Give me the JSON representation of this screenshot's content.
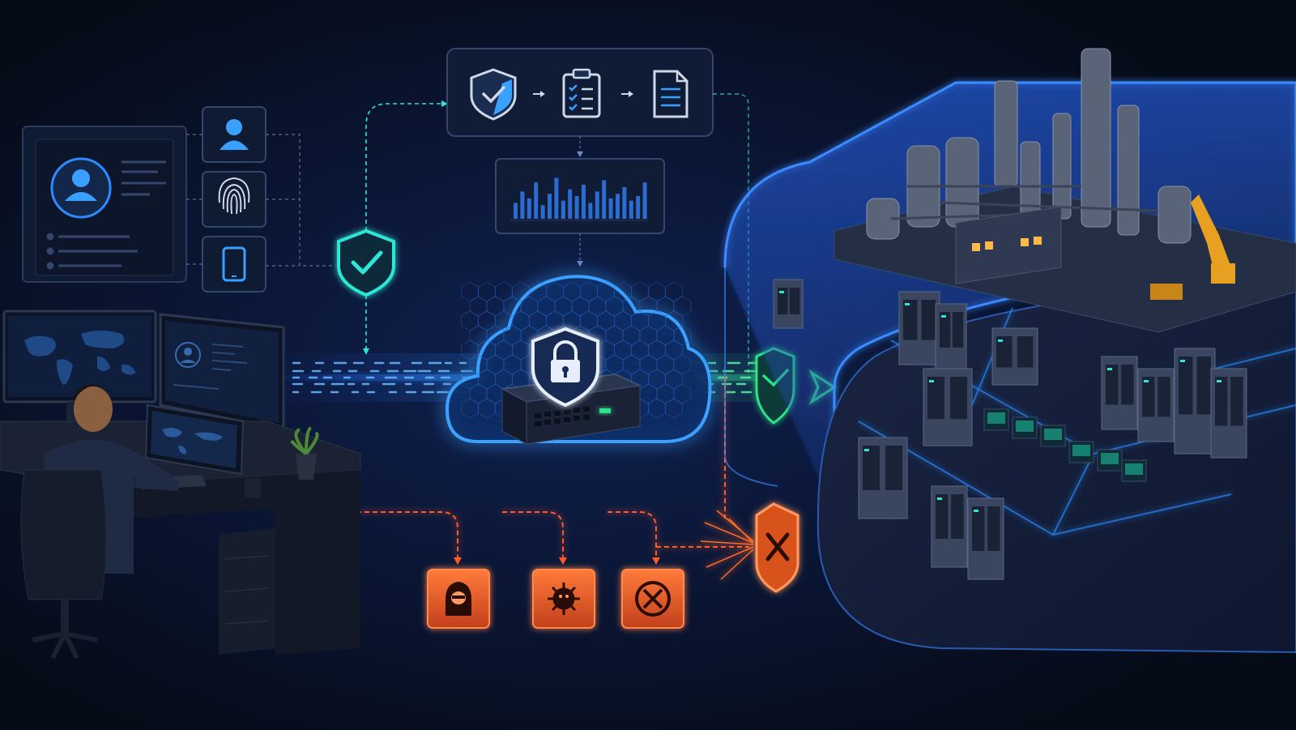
{
  "colors": {
    "background": "#070d1c",
    "panel": "#0f1a33",
    "panel_border": "#2a3b5e",
    "teal_accent": "#2ee6d6",
    "blue_accent": "#2b8cff",
    "green_accent": "#2ee08a",
    "threat_red": "#ff5a2a",
    "threat_fill": "#b8401e"
  },
  "identity": {
    "profile_card": {
      "avatar_icon": "user-avatar-icon"
    },
    "factors": [
      {
        "icon": "user-icon"
      },
      {
        "icon": "fingerprint-icon"
      },
      {
        "icon": "mobile-device-icon"
      }
    ],
    "verified_icon": "shield-check-icon"
  },
  "policy_pipeline": {
    "steps": [
      {
        "icon": "shield-check-icon"
      },
      {
        "icon": "clipboard-checklist-icon"
      },
      {
        "icon": "document-icon"
      }
    ],
    "analytics": {
      "icon": "bar-chart-icon",
      "bars": [
        0.35,
        0.6,
        0.45,
        0.8,
        0.3,
        0.55,
        0.9,
        0.4,
        0.65,
        0.5,
        0.75,
        0.35,
        0.6,
        0.85,
        0.45,
        0.55,
        0.7,
        0.4,
        0.5,
        0.8
      ]
    }
  },
  "secure_cloud": {
    "cloud_icon": "cloud-icon",
    "lock_icon": "shield-lock-icon",
    "gateway_icon": "firewall-appliance-icon"
  },
  "access_gate": {
    "allowed_icon": "shield-check-icon",
    "blocked_icon": "shield-x-icon"
  },
  "threats": [
    {
      "icon": "hacker-icon"
    },
    {
      "icon": "malware-virus-icon"
    },
    {
      "icon": "blocked-circle-x-icon"
    }
  ],
  "facility": {
    "icon": "industrial-plant-icon"
  }
}
